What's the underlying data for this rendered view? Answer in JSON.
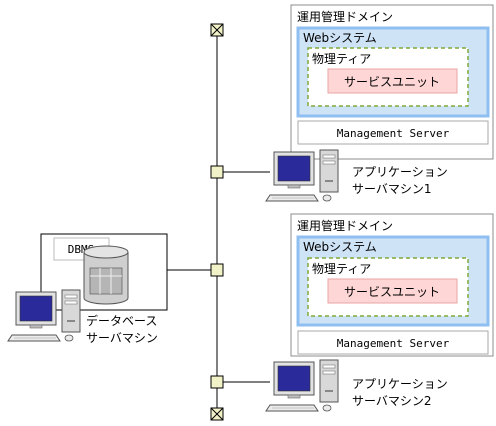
{
  "domains": [
    {
      "title": "運用管理ドメイン",
      "web_system": "Webシステム",
      "physical_tier": "物理ティア",
      "service_unit": "サービスユニット",
      "management_server": "Management Server"
    },
    {
      "title": "運用管理ドメイン",
      "web_system": "Webシステム",
      "physical_tier": "物理ティア",
      "service_unit": "サービスユニット",
      "management_server": "Management Server"
    }
  ],
  "app_servers": [
    {
      "line1": "アプリケーション",
      "line2": "サーバマシン1"
    },
    {
      "line1": "アプリケーション",
      "line2": "サーバマシン2"
    }
  ],
  "db_server": {
    "dbms_label": "DBMS",
    "line1": "データベース",
    "line2": "サーバマシン"
  },
  "colors": {
    "web_system_fill": "#cfe3f7",
    "web_system_border": "#8fbff0",
    "physical_tier_border": "#7fa93a",
    "service_unit_fill": "#ffd6d6",
    "service_unit_border": "#e9a6a6",
    "connector_fill": "#f2f2c8",
    "monitor_screen": "#2a2a9a"
  }
}
